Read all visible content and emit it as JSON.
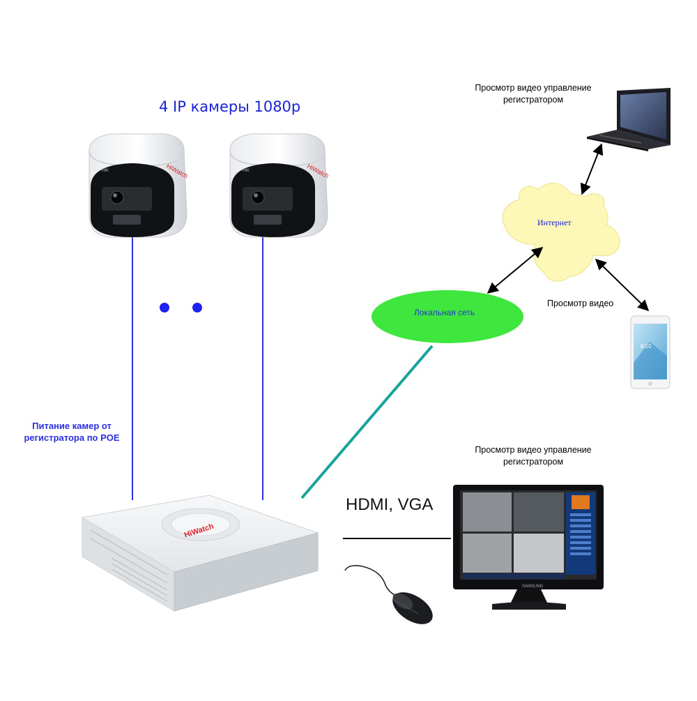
{
  "labels": {
    "cameras_title": "4 IP камеры 1080p",
    "poe_note": "Питание камер от регистратора по POE",
    "hdmi_vga": "HDMI, VGA",
    "laptop_caption": "Просмотр видео управление регистратором",
    "monitor_caption": "Просмотр видео управление регистратором",
    "phone_caption": "Просмотр видео",
    "internet": "Интернет",
    "local_network": "Локальная сеть"
  },
  "brand": {
    "camera_logo": "HiWatch",
    "nvr_logo": "HiWatch",
    "monitor_logo": "SAMSUNG"
  },
  "phone": {
    "clock": "8:10"
  },
  "colors": {
    "camera_cable": "#2b34e0",
    "lan_cable": "#1aa39a",
    "lan_cloud": "#3ee63e",
    "internet_cloud": "#fdf7b8",
    "dots": "#1f22ee",
    "brand_red": "#d8202a"
  }
}
